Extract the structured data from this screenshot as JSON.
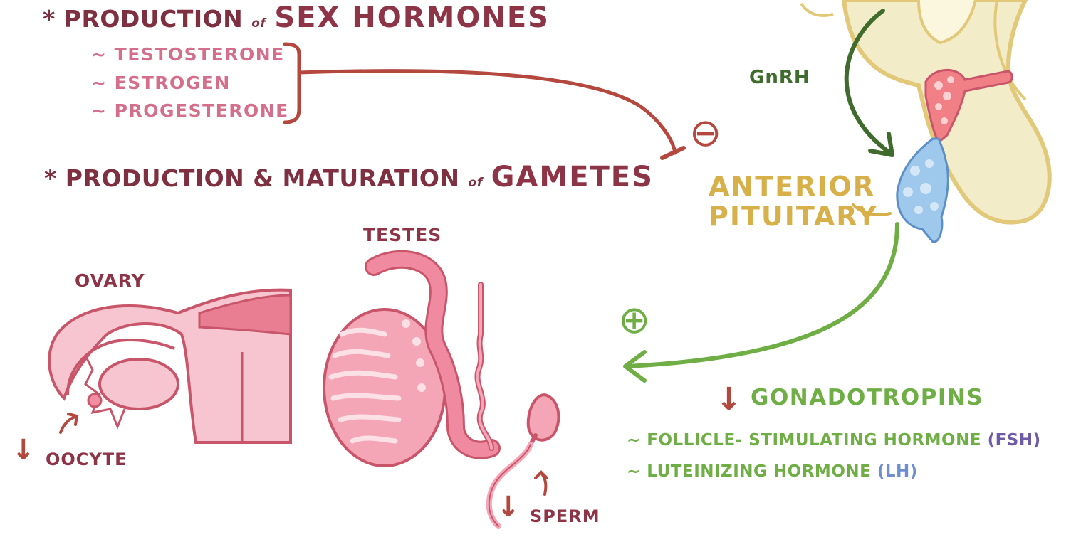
{
  "colors": {
    "maroon": "#8e3447",
    "pink": "#d46f8b",
    "gold": "#d8b04a",
    "green": "#6fae45",
    "dark_green": "#3f6b2c",
    "blue": "#6e8fcf",
    "purple": "#6e5aa6"
  },
  "heading1": {
    "star": "*",
    "prefix": "PRODUCTION",
    "of": "of",
    "emph": "SEX HORMONES"
  },
  "hormones": [
    "~ TESTOSTERONE",
    "~ ESTROGEN",
    "~ PROGESTERONE"
  ],
  "heading2": {
    "star": "*",
    "prefix": "PRODUCTION & MATURATION",
    "of": "of",
    "emph": "GAMETES"
  },
  "inhibit_sign": "⊖",
  "stimulate_sign": "⊕",
  "labels": {
    "gnrh": "GnRH",
    "anterior": "ANTERIOR",
    "pituitary": "PITUITARY",
    "testes": "TESTES",
    "ovary": "OVARY",
    "oocyte": "OOCYTE",
    "sperm": "SPERM",
    "gonadotropins": "GONADOTROPINS"
  },
  "down_arrow": "↓",
  "gonadotropin_list": [
    {
      "prefix": "~ FOLLICLE- STIMULATING HORMONE",
      "abbr": "(FSH)"
    },
    {
      "prefix": "~ LUTEINIZING HORMONE",
      "abbr": "(LH)"
    }
  ]
}
